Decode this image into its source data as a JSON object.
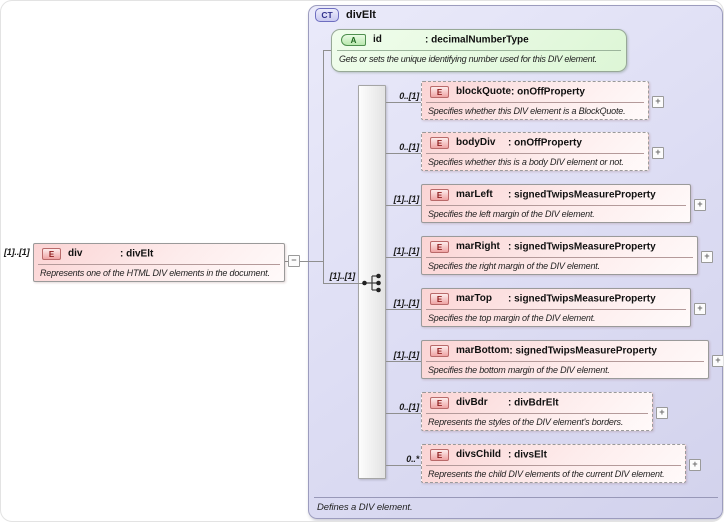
{
  "diagram": {
    "root_element": {
      "cardinality": "[1]..[1]",
      "badge": "E",
      "name": "div",
      "type": ": divElt",
      "description": "Represents one of the HTML DIV elements in the document.",
      "collapse_glyph": "−"
    },
    "complex_type": {
      "badge": "CT",
      "name": "divElt",
      "footer": "Defines a DIV element.",
      "attribute": {
        "badge": "A",
        "name": "id",
        "type": ": decimalNumberType",
        "description": "Gets or sets the unique identifying number used for this DIV element."
      },
      "sequence": {
        "icon": "sequence-compositor-icon",
        "cardinality": "[1]..[1]"
      },
      "children": [
        {
          "badge": "E",
          "name": "blockQuote",
          "type": ": onOffProperty",
          "cardinality": "0..[1]",
          "optional": true,
          "description": "Specifies whether this DIV element is a BlockQuote.",
          "expand_glyph": "+"
        },
        {
          "badge": "E",
          "name": "bodyDiv",
          "type": ": onOffProperty",
          "cardinality": "0..[1]",
          "optional": true,
          "description": "Specifies whether this is a body DIV element or not.",
          "expand_glyph": "+"
        },
        {
          "badge": "E",
          "name": "marLeft",
          "type": ": signedTwipsMeasureProperty",
          "cardinality": "[1]..[1]",
          "optional": false,
          "description": "Specifies the left margin of the DIV element.",
          "expand_glyph": "+"
        },
        {
          "badge": "E",
          "name": "marRight",
          "type": ": signedTwipsMeasureProperty",
          "cardinality": "[1]..[1]",
          "optional": false,
          "description": "Specifies the right margin of the DIV element.",
          "expand_glyph": "+"
        },
        {
          "badge": "E",
          "name": "marTop",
          "type": ": signedTwipsMeasureProperty",
          "cardinality": "[1]..[1]",
          "optional": false,
          "description": "Specifies the top margin of the DIV element.",
          "expand_glyph": "+"
        },
        {
          "badge": "E",
          "name": "marBottom",
          "type": ": signedTwipsMeasureProperty",
          "cardinality": "[1]..[1]",
          "optional": false,
          "description": "Specifies the bottom margin of the DIV element.",
          "expand_glyph": "+"
        },
        {
          "badge": "E",
          "name": "divBdr",
          "type": ": divBdrElt",
          "cardinality": "0..[1]",
          "optional": true,
          "description": "Represents the styles of the DIV element's borders.",
          "expand_glyph": "+"
        },
        {
          "badge": "E",
          "name": "divsChild",
          "type": ": divsElt",
          "cardinality": "0..*",
          "optional": true,
          "description": "Represents the child DIV elements of the current DIV element.",
          "expand_glyph": "+"
        }
      ]
    },
    "colors": {
      "element_box_fill": "#fbd4d4",
      "element_badge_fill": "#efa3a3",
      "element_badge_text": "#8c1d1d",
      "attribute_box_fill": "#ddf6d6",
      "attribute_badge_fill": "#b9e8ae",
      "attribute_badge_text": "#1d661d",
      "container_fill": "#dcdcf3",
      "container_border": "#9c9cbe",
      "ct_badge_fill": "#c9c9f0",
      "ct_badge_text": "#32328c",
      "sequence_bar_fill": "#e3e3e3",
      "connector_line": "#8f8f8f",
      "box_border": "#9a9a9a"
    }
  }
}
